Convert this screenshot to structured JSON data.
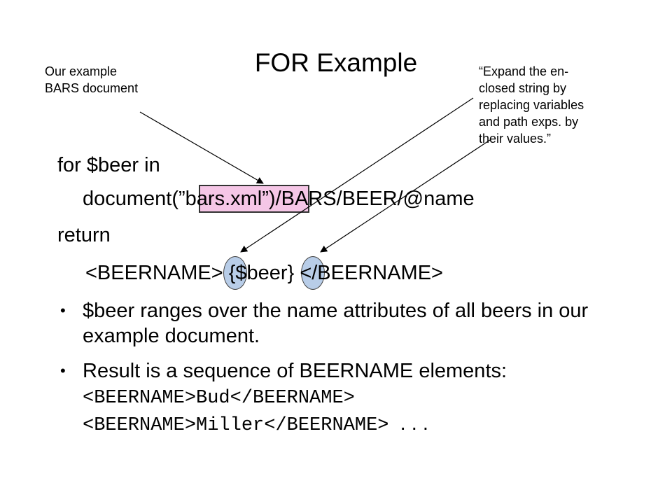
{
  "title": "FOR Example",
  "callouts": {
    "left": [
      "Our example",
      "BARS document"
    ],
    "right": [
      "“Expand the en-",
      "closed string by",
      "replacing variables",
      "and path exps. by",
      "their values.”"
    ]
  },
  "code": {
    "line1": "for $beer in",
    "line2_pre": "document(",
    "line2_hl": "”bars.xml”",
    "line2_post": ")/BARS/BEER/@name",
    "line3": "return",
    "line4_open": "<BEERNAME>",
    "line4_lbrace": "{",
    "line4_var": "$beer",
    "line4_rbrace": "}",
    "line4_close": "</BEERNAME>"
  },
  "bullets": {
    "b1": "$beer ranges over the name attributes of all beers in our example document.",
    "b2_text": "Result is a sequence of BEERNAME elements:",
    "b2_line2": "<BEERNAME>Bud</BEERNAME>",
    "b2_line3": "<BEERNAME>Miller</BEERNAME>",
    "b2_ellipsis": ". . ."
  },
  "colors": {
    "pink_highlight": "#f5c6e6",
    "blue_highlight": "#b8cde8"
  }
}
